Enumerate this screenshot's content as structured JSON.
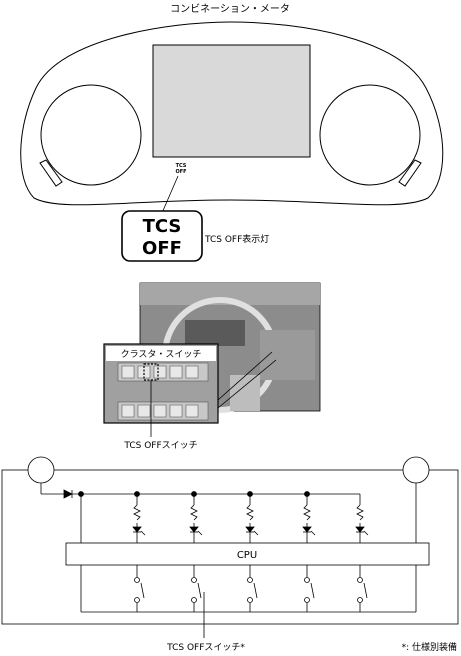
{
  "meter": {
    "title": "コンビネーション・メータ",
    "indicator_small_line1": "TCS",
    "indicator_small_line2": "OFF"
  },
  "callout": {
    "line1": "TCS",
    "line2": "OFF",
    "label": "TCS OFF表示灯"
  },
  "photo": {
    "inset_title": "クラスタ・スイッチ",
    "switch_label": "TCS OFFスイッチ"
  },
  "circuit": {
    "cpu_label": "CPU",
    "switch_label": "TCS OFFスイッチ*",
    "footnote": "*: 仕様別装備"
  }
}
